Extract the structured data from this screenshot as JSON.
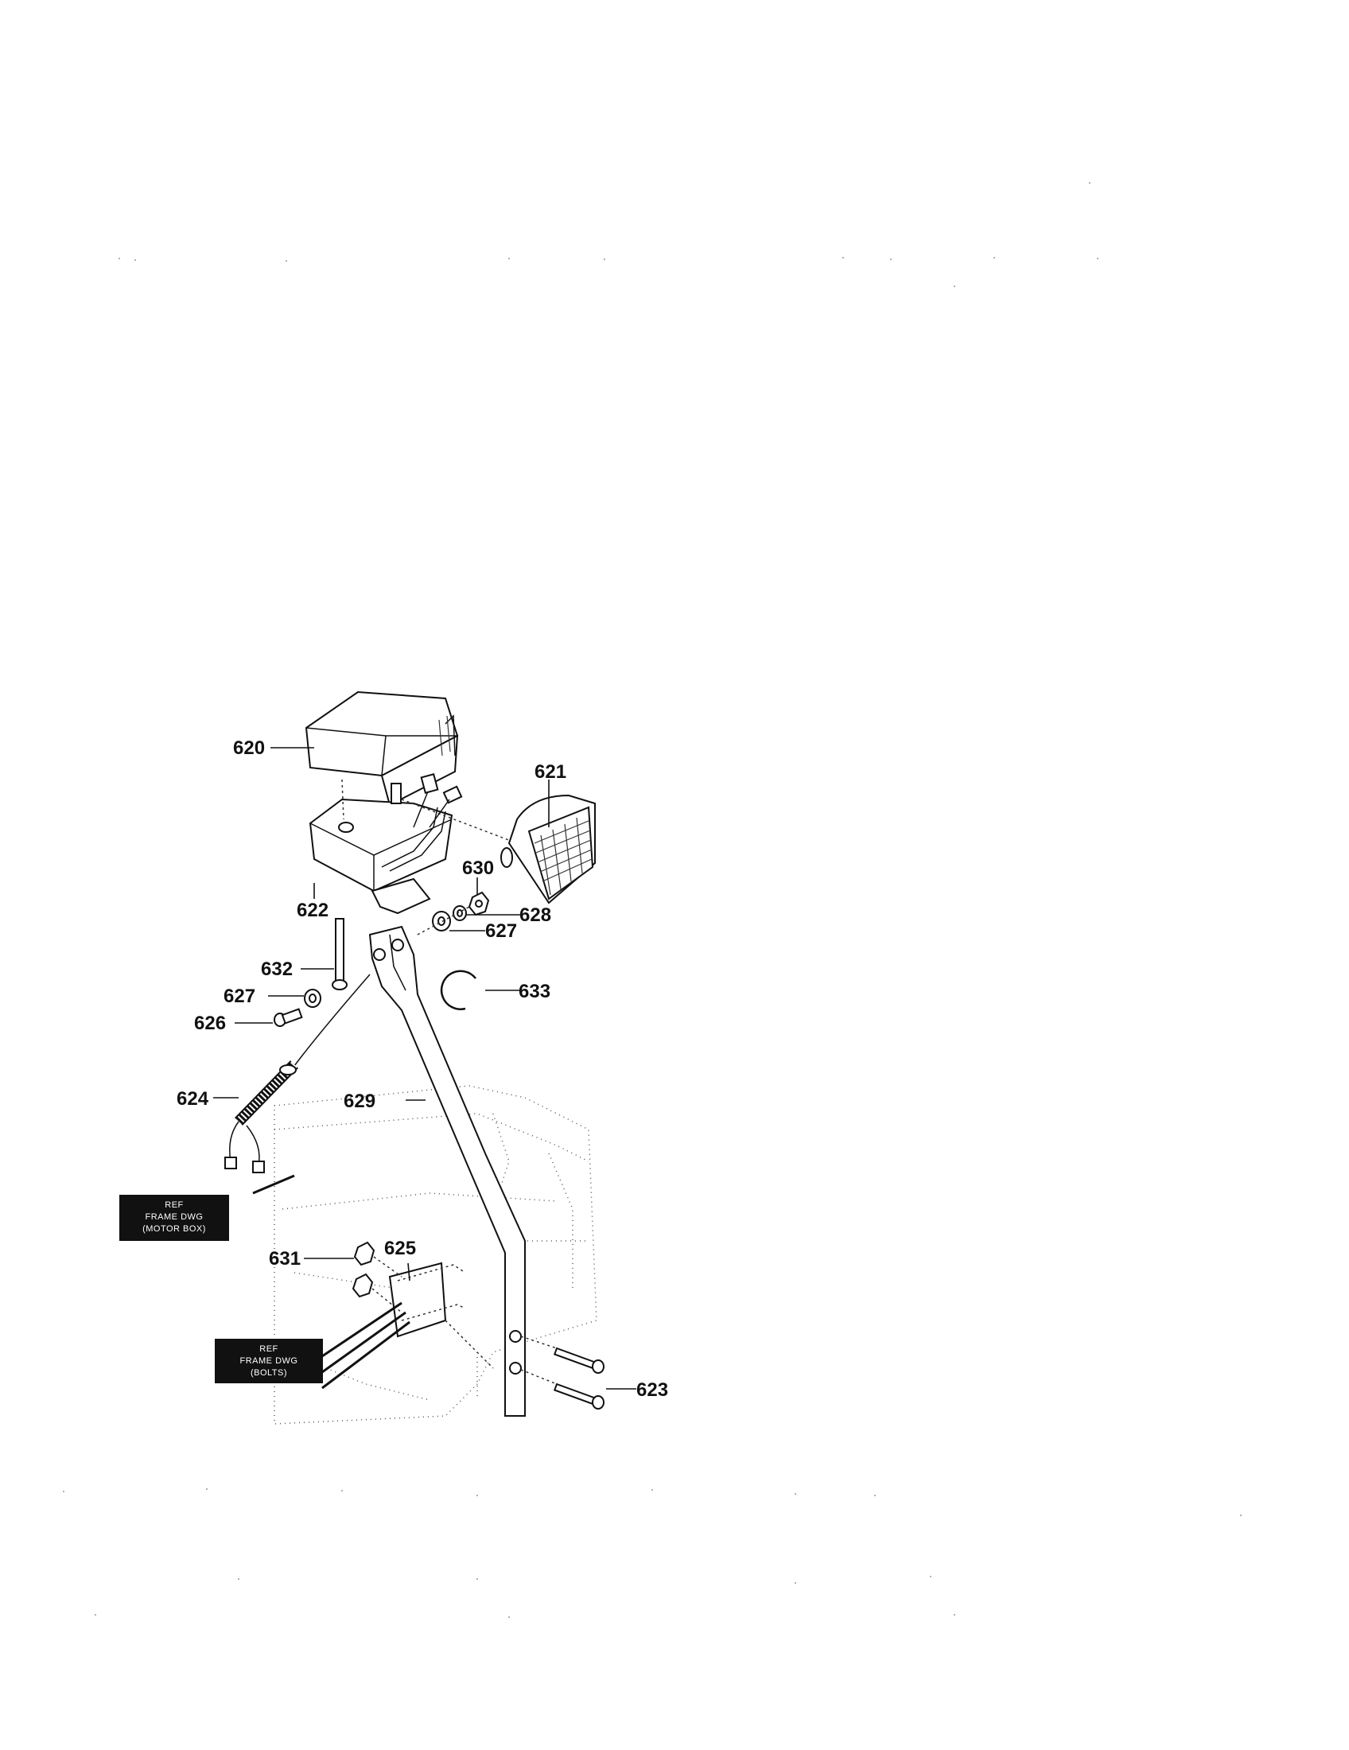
{
  "callouts": {
    "p620": "620",
    "p621": "621",
    "p622": "622",
    "p623": "623",
    "p624": "624",
    "p625": "625",
    "p626": "626",
    "p627a": "627",
    "p627b": "627",
    "p628": "628",
    "p629": "629",
    "p630": "630",
    "p631": "631",
    "p632": "632",
    "p633": "633"
  },
  "ref_boxes": {
    "motor_box": {
      "line1": "REF",
      "line2": "FRAME DWG",
      "line3": "(MOTOR BOX)"
    },
    "bolts": {
      "line1": "REF",
      "line2": "FRAME DWG",
      "line3": "(BOLTS)"
    }
  }
}
